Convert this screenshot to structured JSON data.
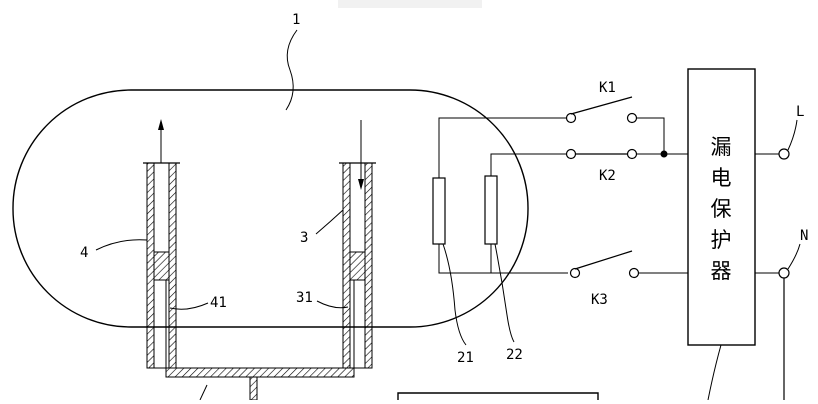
{
  "labels": {
    "n1": "1",
    "n3": "3",
    "n31": "31",
    "n4": "4",
    "n41": "41",
    "n21": "21",
    "n22": "22",
    "k1": "K1",
    "k2": "K2",
    "k3": "K3",
    "L": "L",
    "N": "N"
  },
  "protector": {
    "chars": [
      "漏",
      "电",
      "保",
      "护",
      "器"
    ]
  },
  "colors": {
    "line": "#000000",
    "background": "#ffffff"
  }
}
